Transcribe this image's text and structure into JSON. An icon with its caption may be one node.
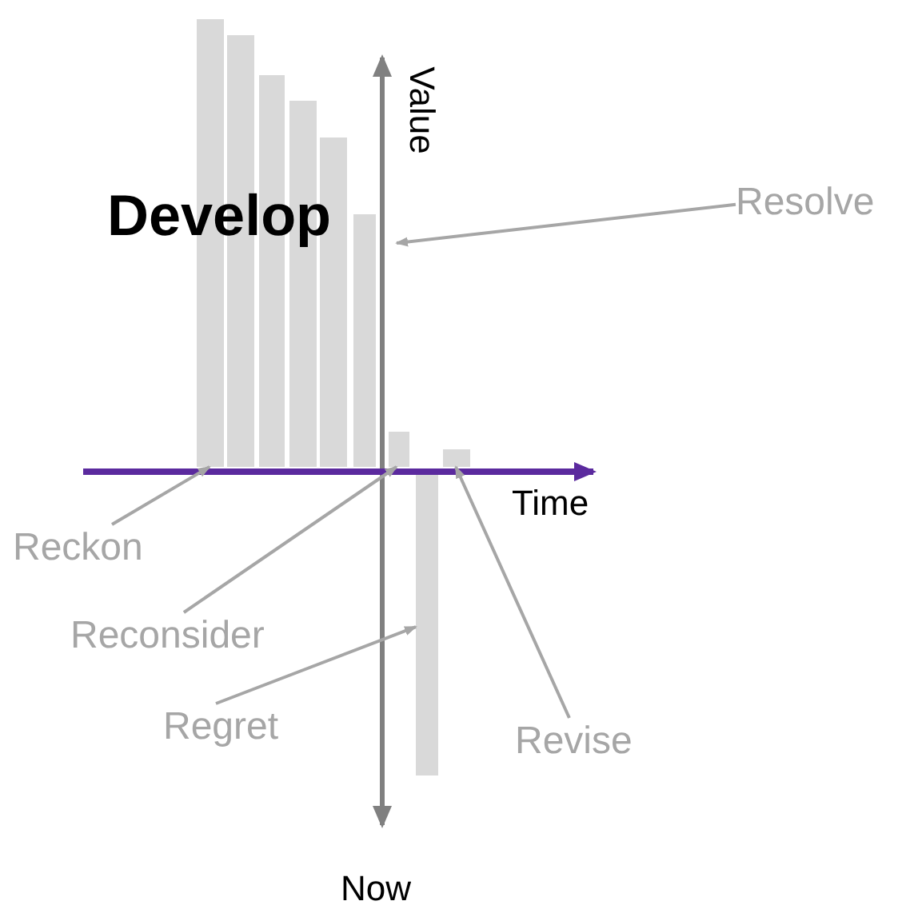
{
  "diagram": {
    "nodes": [
      {
        "text": [
          "Resolve"
        ]
      },
      {
        "text": [
          "Reckon"
        ]
      },
      {
        "text": [
          "Reconsider"
        ]
      },
      {
        "text": [
          "Regret"
        ]
      },
      {
        "text": [
          "Revise"
        ]
      },
      {
        "text": [],
        "shape": "bar"
      },
      {
        "text": [],
        "shape": "bar"
      },
      {
        "text": [],
        "shape": "bar"
      },
      {
        "text": [],
        "shape": "bar"
      },
      {
        "text": [],
        "shape": "bar"
      },
      {
        "text": [],
        "shape": "bar"
      },
      {
        "text": [],
        "shape": "bar"
      },
      {
        "text": [],
        "shape": "bar"
      },
      {
        "text": [],
        "shape": "bar"
      }
    ],
    "edges": [
      {
        "from": 0,
        "to": 10,
        "arrow": "to"
      },
      {
        "from": 1,
        "to": 5,
        "arrow": "to"
      },
      {
        "from": 2,
        "to": 11,
        "arrow": "to"
      },
      {
        "from": 3,
        "to": 12,
        "arrow": "to"
      },
      {
        "from": 4,
        "to": 13,
        "arrow": "to"
      }
    ],
    "labels": [
      "Value",
      "Develop",
      "Time",
      "Now"
    ]
  }
}
